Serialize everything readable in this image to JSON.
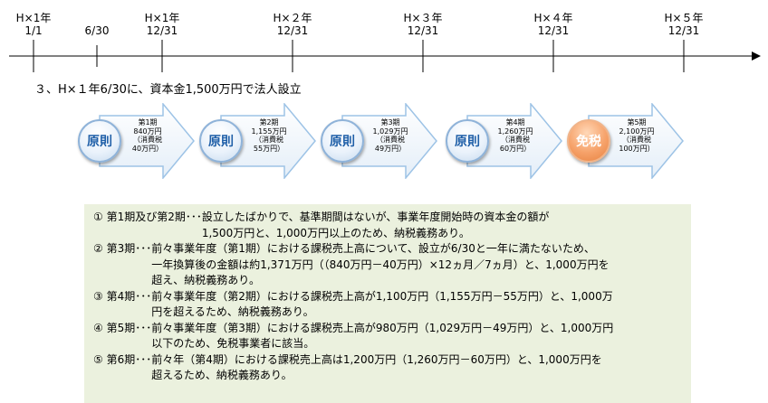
{
  "timeline": {
    "ticks": [
      {
        "lines": [
          "H×1年",
          "1/1"
        ]
      },
      {
        "lines": [
          "",
          "6/30"
        ]
      },
      {
        "lines": [
          "H×1年",
          "12/31"
        ]
      },
      {
        "lines": [
          "H×２年",
          "12/31"
        ]
      },
      {
        "lines": [
          "H×３年",
          "12/31"
        ]
      },
      {
        "lines": [
          "H×４年",
          "12/31"
        ]
      },
      {
        "lines": [
          "H×５年",
          "12/31"
        ]
      }
    ]
  },
  "setup_note": "３、H×１年6/30に、資本金1,500万円で法人設立",
  "periods": [
    {
      "badge": "原則",
      "badge_color": "#1f5fa8",
      "lines": [
        "第1期",
        "840万円",
        "（消費税",
        "40万円）"
      ]
    },
    {
      "badge": "原則",
      "badge_color": "#1f5fa8",
      "lines": [
        "第2期",
        "1,155万円",
        "（消費税",
        "55万円）"
      ]
    },
    {
      "badge": "原則",
      "badge_color": "#1f5fa8",
      "lines": [
        "第3期",
        "1,029万円",
        "（消費税",
        "49万円）"
      ]
    },
    {
      "badge": "原則",
      "badge_color": "#1f5fa8",
      "lines": [
        "第4期",
        "1,260万円",
        "（消費税",
        "60万円）"
      ]
    },
    {
      "badge": "免税",
      "badge_color": "#e7813f",
      "lines": [
        "第5期",
        "2,100万円",
        "（消費税",
        "100万円）"
      ]
    }
  ],
  "explanations": [
    {
      "label": "① 第1期及び第2期･･･",
      "lines": [
        "設立したばかりで、基準期間はないが、事業年度開始時の資本金の額が",
        "1,500万円と、1,000万円以上のため、納税義務あり。"
      ]
    },
    {
      "label": "② 第3期･･･",
      "lines": [
        "前々事業年度（第1期）における課税売上高について、設立が6/30と一年に満たないため、",
        "一年換算後の金額は約1,371万円（（840万円－40万円）×12ヵ月／7ヵ月）と、1,000万円を",
        "超え、納税義務あり。"
      ]
    },
    {
      "label": "③ 第4期･･･",
      "lines": [
        "前々事業年度（第2期）における課税売上高が1,100万円（1,155万円－55万円）と、1,000万",
        "円を超えるため、納税義務あり。"
      ]
    },
    {
      "label": "④ 第5期･･･",
      "lines": [
        "前々事業年度（第3期）における課税売上高が980万円（1,029万円－49万円）と、1,000万円",
        "以下のため、免税事業者に該当。"
      ]
    },
    {
      "label": "⑤ 第6期･･･",
      "lines": [
        "前々年（第4期）における課税売上高は1,200万円（1,260万円－60万円）と、1,000万円を",
        "超えるため、納税義務あり。"
      ]
    }
  ],
  "colors": {
    "arrow_fill": "#ffffff",
    "arrow_stroke": "#9dc3e6",
    "panel_bg": "#ebf1de"
  }
}
